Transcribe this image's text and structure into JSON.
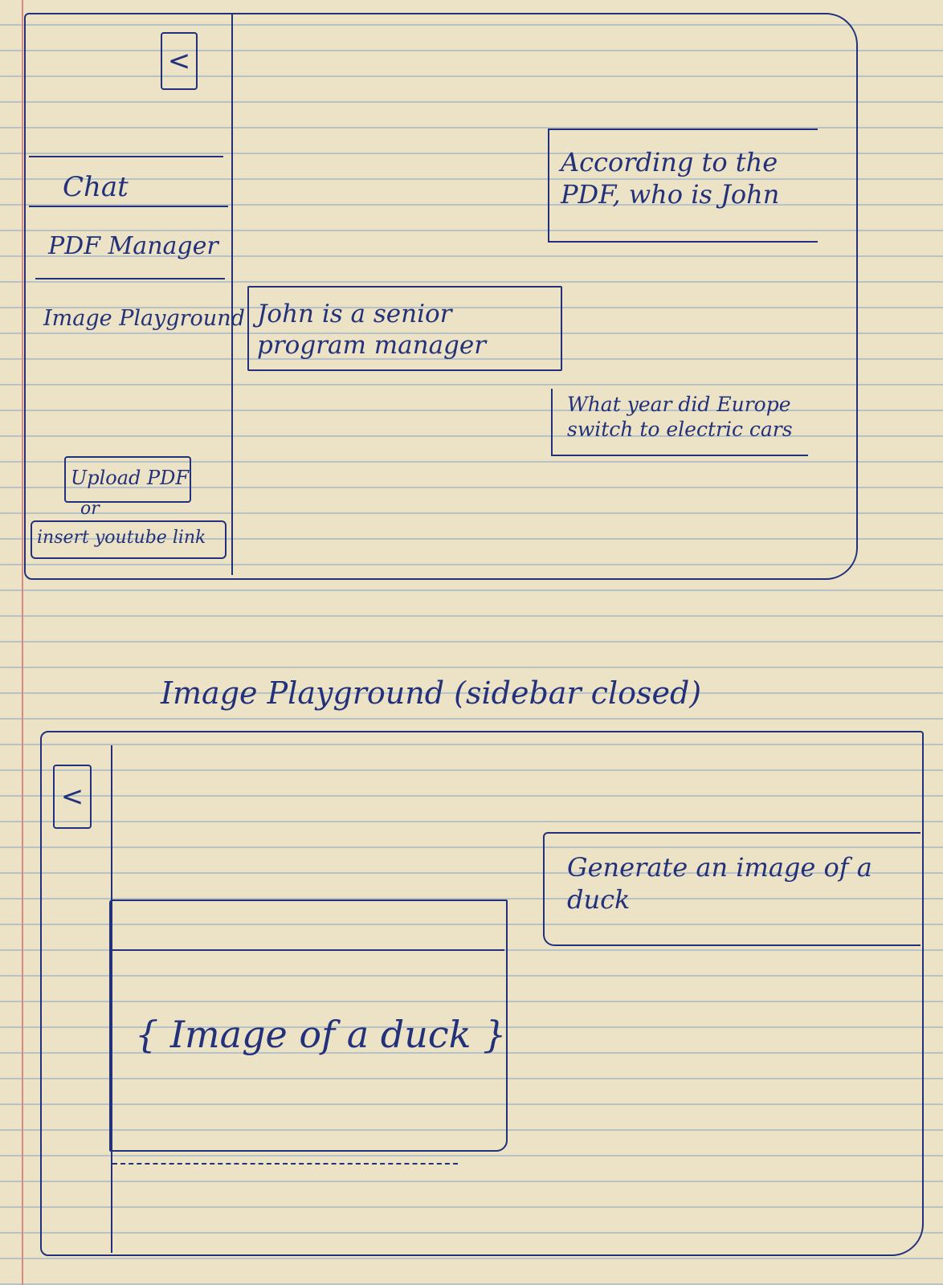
{
  "frame1": {
    "collapse_icon": "chevron-left-icon",
    "sidebar_items": [
      {
        "label": "Chat"
      },
      {
        "label": "PDF Manager"
      },
      {
        "label": "Image Playground"
      }
    ],
    "upload_pdf_label": "Upload PDF",
    "or_label": "or",
    "insert_link_label": "insert youtube link",
    "messages": [
      {
        "role": "user",
        "text": "According to the PDF, who is John"
      },
      {
        "role": "assistant",
        "text": "John is a senior program manager"
      },
      {
        "role": "user",
        "text": "What year did Europe switch to electric cars"
      }
    ]
  },
  "caption": "Image Playground (sidebar closed)",
  "frame2": {
    "collapse_icon": "chevron-left-icon",
    "prompt_text": "Generate an image of a duck",
    "image_placeholder": "{ Image of a duck }"
  },
  "colors": {
    "ink": "#23317a",
    "paper": "#ece2c6",
    "rule_line": "#b9c2c7",
    "margin_line": "#d98a80"
  }
}
